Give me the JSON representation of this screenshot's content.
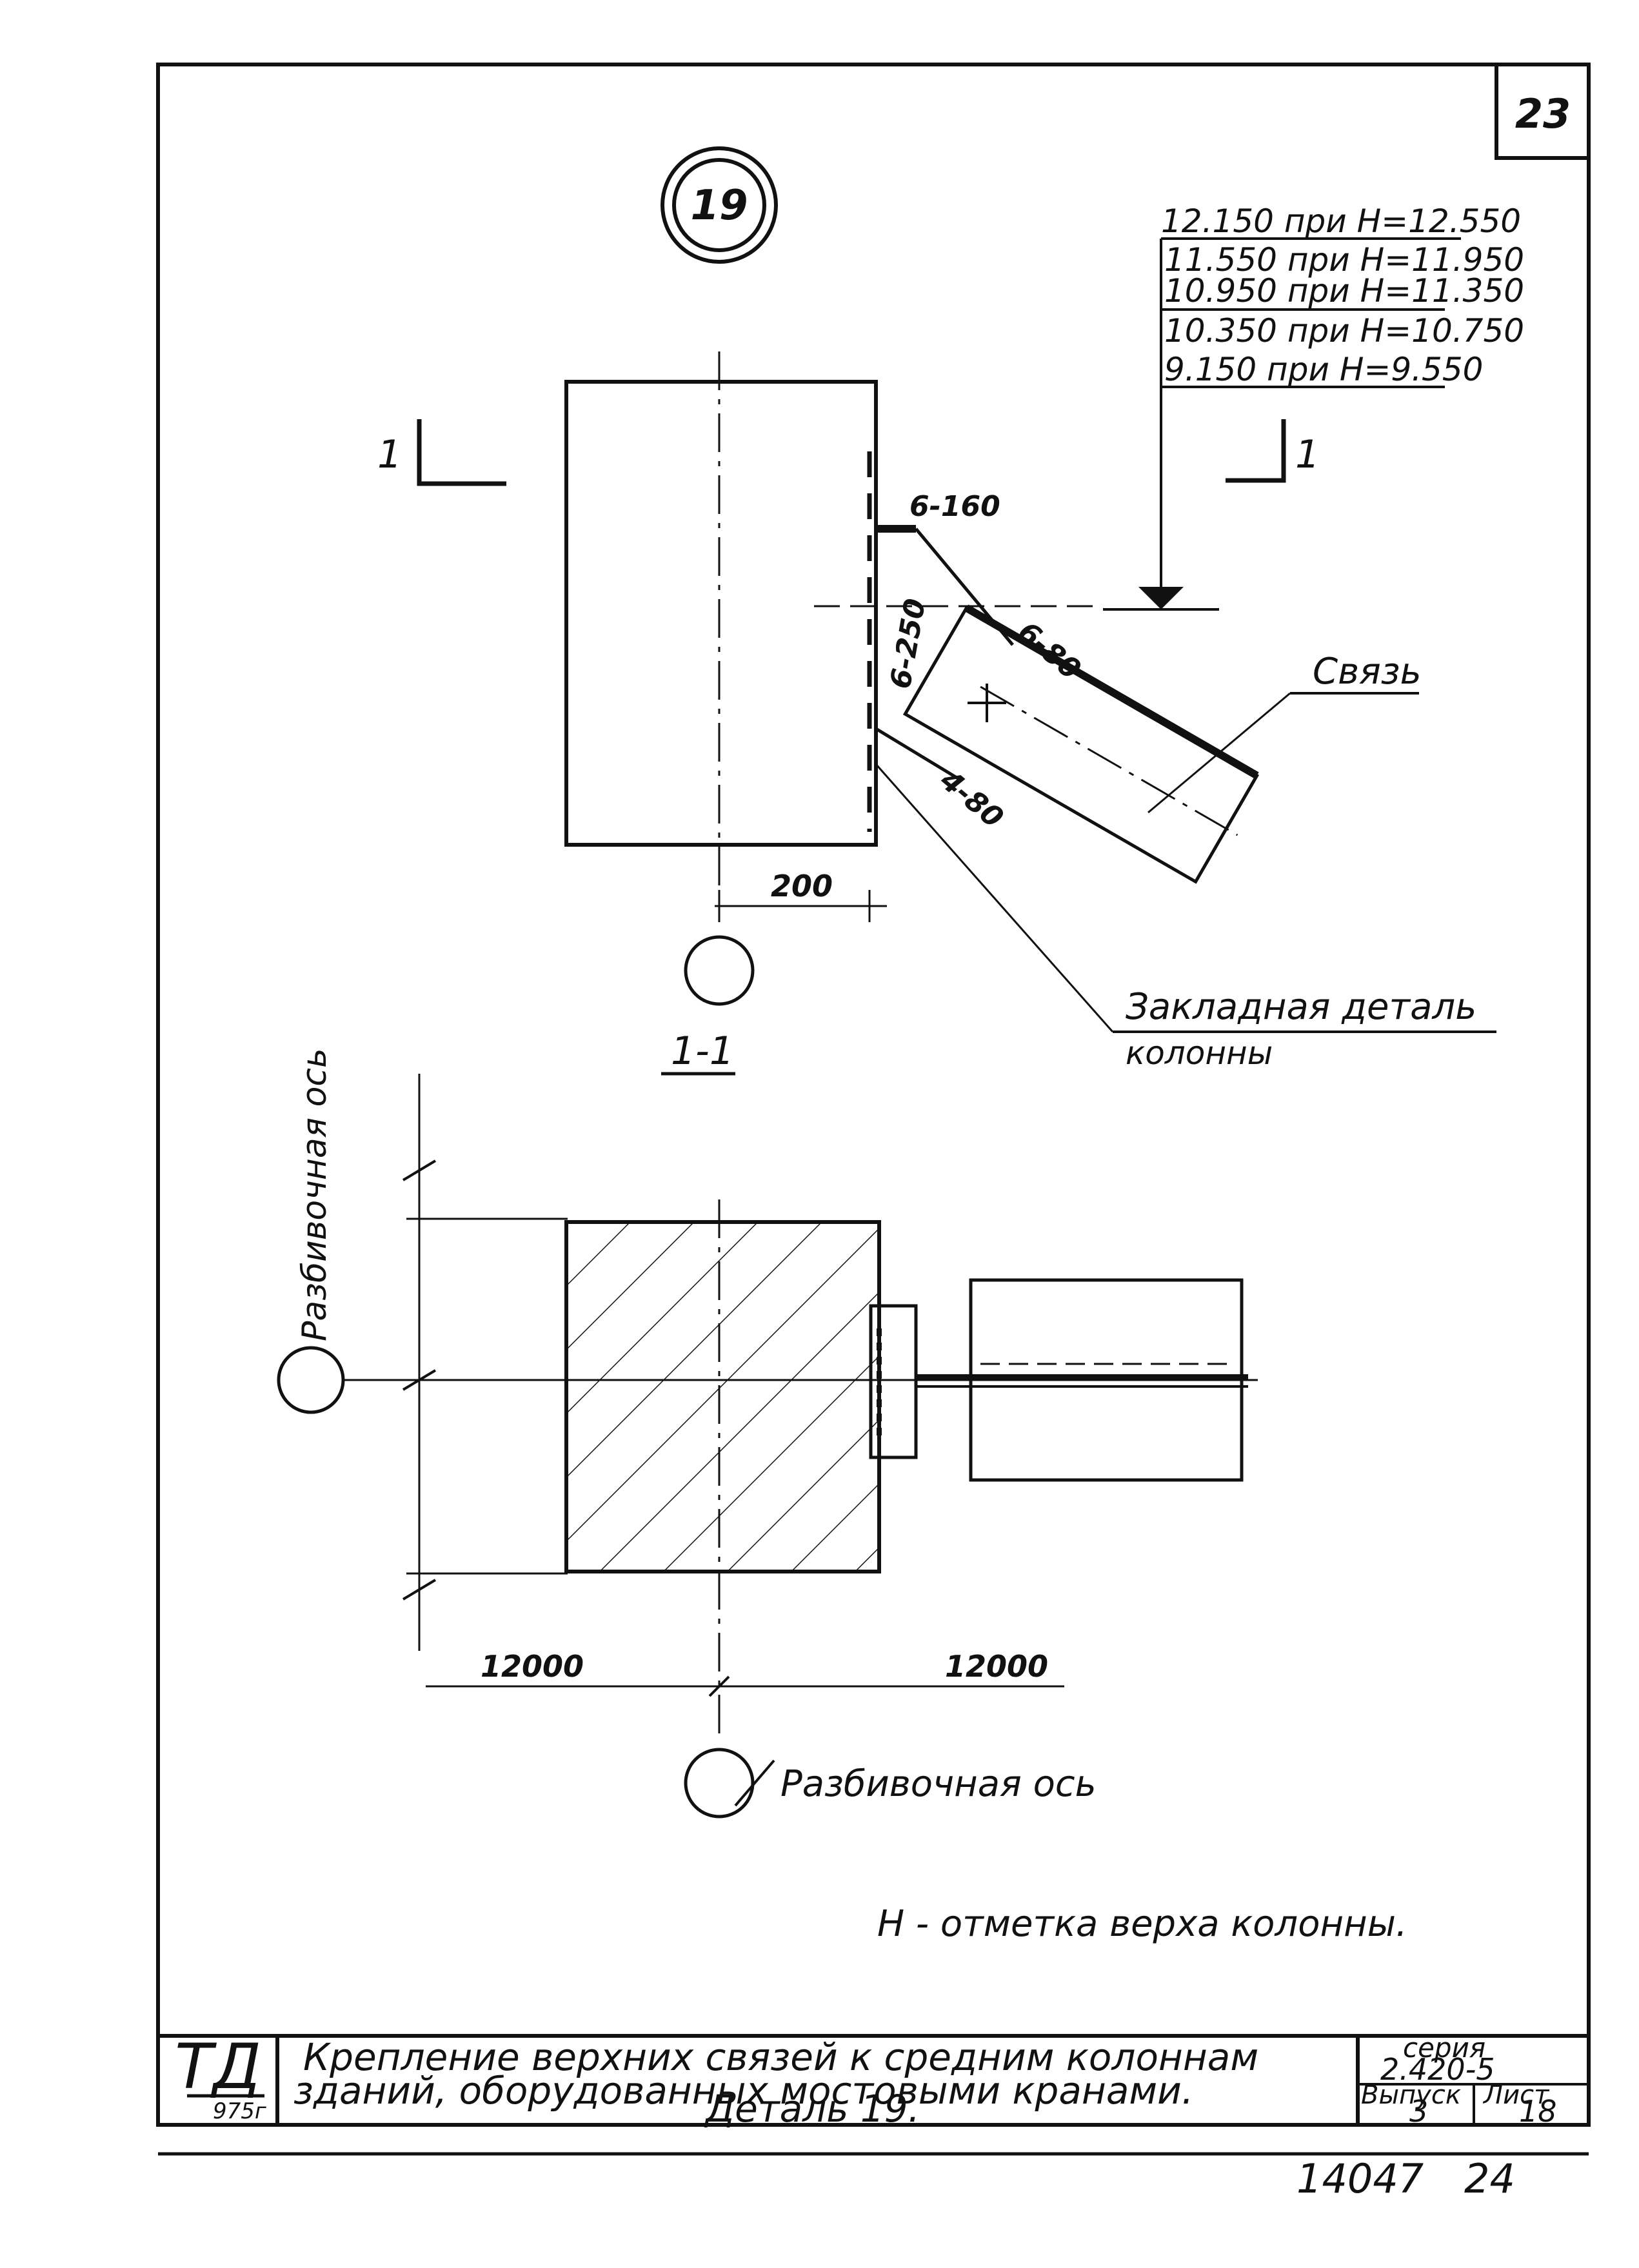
{
  "sheet": {
    "page_number": "23",
    "detail_number": "19",
    "bottom_numbers": [
      "14047",
      "24"
    ]
  },
  "elevations": [
    "12.150 при H=12.550",
    "11.550 при H=11.950",
    "10.950 при H=11.350",
    "10.350 при H=10.750",
    "9.150 при H=9.550"
  ],
  "section": {
    "mark_left": "1",
    "mark_right": "1",
    "label": "1-1"
  },
  "dimensions": {
    "weld_top": "6-160",
    "weld_mid_left": "6-250",
    "weld_mid_right": "6-80",
    "weld_low": "4-80",
    "width_200": "200",
    "axis_left": "12000",
    "axis_right": "12000"
  },
  "callouts": {
    "brace": "Связь",
    "embedded_line1": "Закладная деталь",
    "embedded_line2": "колонны",
    "axis_vertical": "Разбивочная ось",
    "axis_horizontal": "Разбивочная ось"
  },
  "note": "H - отметка верха колонны.",
  "title_block": {
    "logo": "ТД",
    "logo_sub": "975г",
    "title_line1": "Крепление верхних связей к средним колоннам",
    "title_line2": "зданий, оборудованных мостовыми кранами.",
    "title_line3": "Деталь 19.",
    "series_label": "серия",
    "series_value": "2.420-5",
    "issue_label": "Выпуск",
    "issue_value": "3",
    "sheet_label": "Лист",
    "sheet_value": "18"
  }
}
